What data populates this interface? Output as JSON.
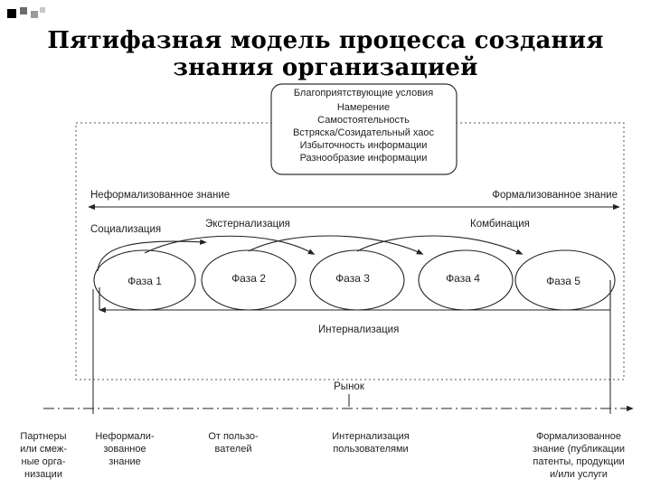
{
  "title": {
    "line1": "Пятифазная модель процесса создания",
    "line2": "знания организацией"
  },
  "conditions_box": {
    "heading": "Благоприятствующие условия",
    "items": [
      "Намерение",
      "Самостоятельность",
      "Встряска/Созидательный хаос",
      "Избыточность информации",
      "Разнообразие информации"
    ]
  },
  "axis_knowledge": {
    "left": "Неформализованное знание",
    "right": "Формализованное знание"
  },
  "processes": {
    "socialization": "Социализация",
    "externalization": "Экстернализация",
    "combination": "Комбинация",
    "internalization": "Интернализация"
  },
  "phases": [
    "Фаза 1",
    "Фаза 2",
    "Фаза 3",
    "Фаза 4",
    "Фаза 5"
  ],
  "market": "Рынок",
  "bottom_labels": {
    "partners": [
      "Партнеры",
      "или смеж-",
      "ные орга-",
      "низации"
    ],
    "tacit": [
      "Неформали-",
      "зованное",
      "знание"
    ],
    "users": [
      "От пользо-",
      "вателей"
    ],
    "internalization": [
      "Интернализация",
      "пользователями"
    ],
    "explicit": [
      "Формализованное",
      "знание (публикации",
      "патенты, продукции",
      "и/или услуги"
    ]
  }
}
